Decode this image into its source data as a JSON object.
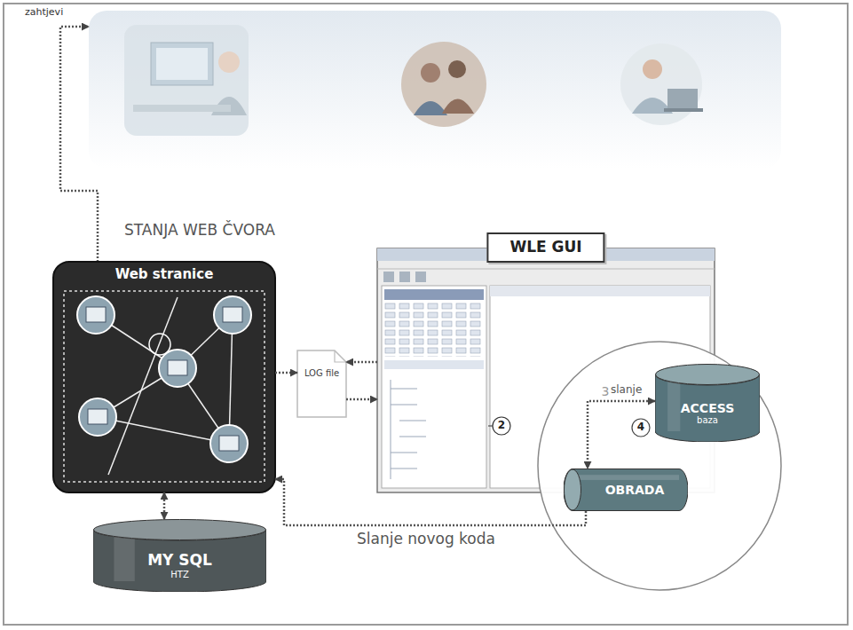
{
  "diagram": {
    "nodes": [
      {
        "text": [
          "Web stranice"
        ]
      },
      {
        "text": [
          "LOG file"
        ]
      },
      {
        "text": [
          "WLE GUI"
        ]
      },
      {
        "text": [
          "ACCESS",
          "baza"
        ]
      },
      {
        "text": [
          "OBRADA"
        ]
      },
      {
        "text": [
          "MY SQL",
          "HTZ"
        ]
      }
    ],
    "edges": [
      {
        "from": 0,
        "to": 1,
        "arrow": "to"
      },
      {
        "from": 2,
        "to": 1,
        "arrow": "to"
      },
      {
        "from": 1,
        "to": 2,
        "arrow": "to"
      },
      {
        "from": 3,
        "to": 4,
        "label": "slanje",
        "arrow": "both"
      },
      {
        "from": 4,
        "to": 0,
        "label": "Slanje novog koda",
        "arrow": "to"
      },
      {
        "from": 0,
        "to": 5,
        "arrow": "both"
      }
    ],
    "labels": [
      "zahtjevi",
      "STANJA WEB ČVORA",
      "2",
      "3",
      "4"
    ]
  }
}
